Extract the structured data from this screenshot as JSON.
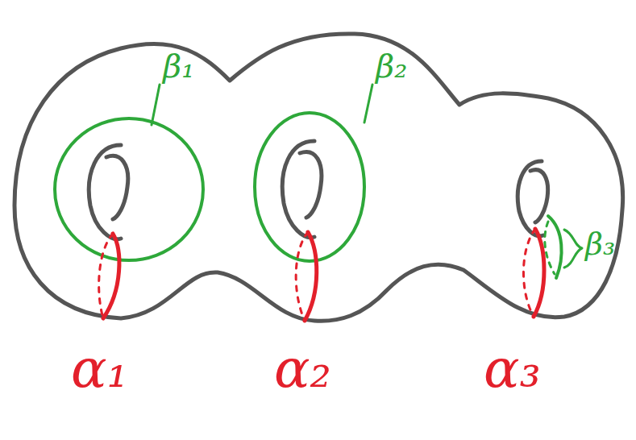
{
  "diagram": {
    "labels": [
      "β₁",
      "β₂",
      "β₃",
      "α₁",
      "α₂",
      "α₃"
    ]
  }
}
